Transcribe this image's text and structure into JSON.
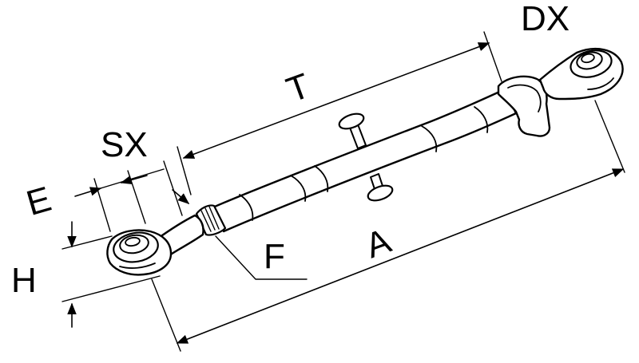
{
  "labels": {
    "dx": "DX",
    "sx": "SX",
    "t": "T",
    "e": "E",
    "h": "H",
    "f": "F",
    "a": "A"
  },
  "colors": {
    "ink": "#000000",
    "paper": "#ffffff"
  }
}
